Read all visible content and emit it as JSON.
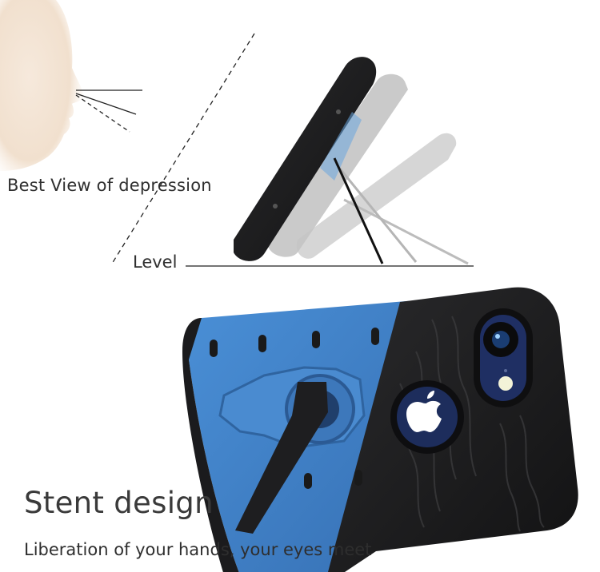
{
  "texts": {
    "best_view": "Best View of depression",
    "level": "Level",
    "stent_design": "Stent design",
    "liberation": "Liberation of your hands, your eyes meet"
  },
  "colors": {
    "skin": "#f3e2d2",
    "case_blue": "#3f80c4",
    "case_black": "#1d1d1f",
    "ghost_gray": "#c7c7c7",
    "line": "#222222"
  },
  "icons": {
    "face": "face-silhouette-icon",
    "apple": "apple-logo-icon",
    "camera": "camera-lens-icon"
  }
}
